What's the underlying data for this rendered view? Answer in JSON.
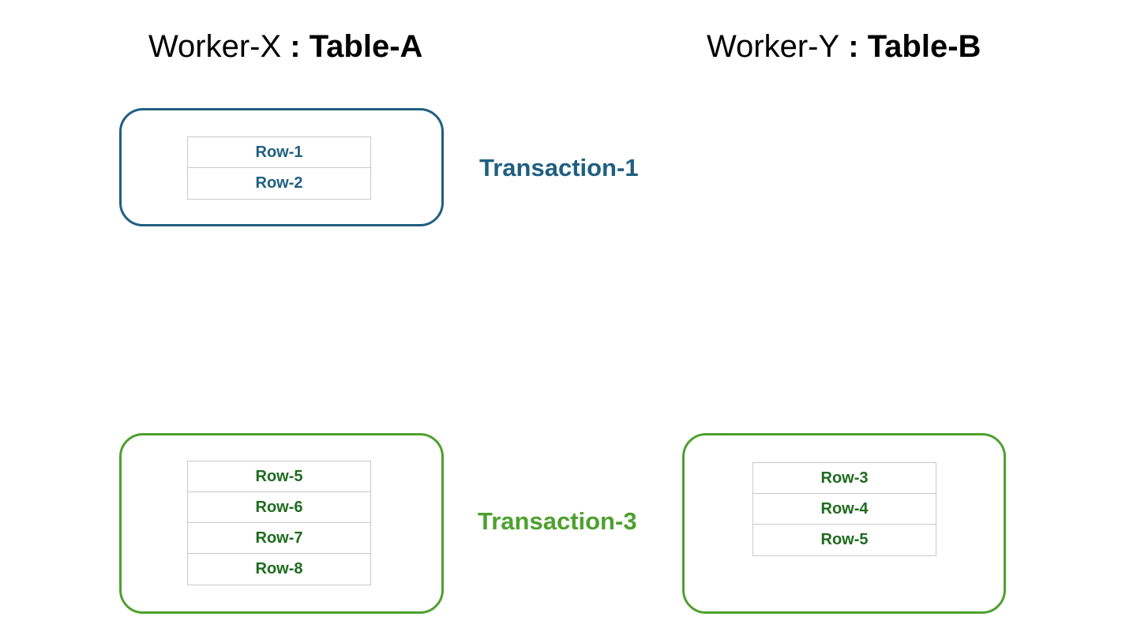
{
  "headers": [
    {
      "worker": "Worker-X",
      "separator": " : ",
      "table": "Table-A"
    },
    {
      "worker": "Worker-Y",
      "separator": " : ",
      "table": "Table-B"
    }
  ],
  "transactions": [
    {
      "label": "Transaction-1",
      "color": "#1f5f80",
      "text_color": "#1f5f80",
      "worker_x_rows": [
        "Row-1",
        "Row-2"
      ],
      "worker_y_rows": []
    },
    {
      "label": "Transaction-3",
      "color": "#4ea02e",
      "text_color": "#1e6b1e",
      "worker_x_rows": [
        "Row-5",
        "Row-6",
        "Row-7",
        "Row-8"
      ],
      "worker_y_rows": [
        "Row-3",
        "Row-4",
        "Row-5"
      ]
    }
  ]
}
